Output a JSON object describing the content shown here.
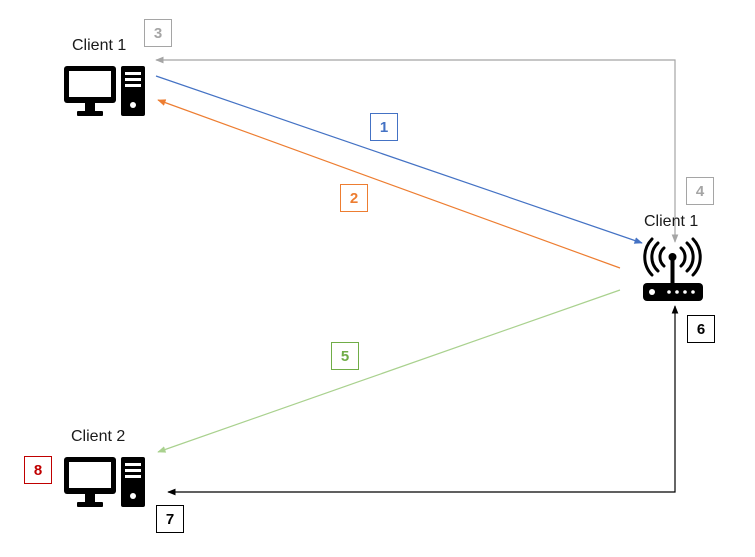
{
  "nodes": {
    "client1": {
      "label": "Client 1"
    },
    "router": {
      "label": "Client 1"
    },
    "client2": {
      "label": "Client 2"
    }
  },
  "icons": {
    "client1": "desktop-computer-icon",
    "router": "wifi-router-icon",
    "client2": "desktop-computer-icon"
  },
  "steps": [
    {
      "id": "1",
      "label": "1",
      "color": "#4472c4"
    },
    {
      "id": "2",
      "label": "2",
      "color": "#ed7d31"
    },
    {
      "id": "3",
      "label": "3",
      "color": "#a5a5a5"
    },
    {
      "id": "4",
      "label": "4",
      "color": "#a5a5a5"
    },
    {
      "id": "5",
      "label": "5",
      "color": "#70ad47"
    },
    {
      "id": "6",
      "label": "6",
      "color": "#000000"
    },
    {
      "id": "7",
      "label": "7",
      "color": "#000000"
    },
    {
      "id": "8",
      "label": "8",
      "color": "#c00000"
    }
  ],
  "colors": {
    "blue": "#4472c4",
    "orange": "#ed7d31",
    "gray": "#a5a5a5",
    "green": "#a9d18e",
    "black": "#000000",
    "red": "#c00000"
  }
}
